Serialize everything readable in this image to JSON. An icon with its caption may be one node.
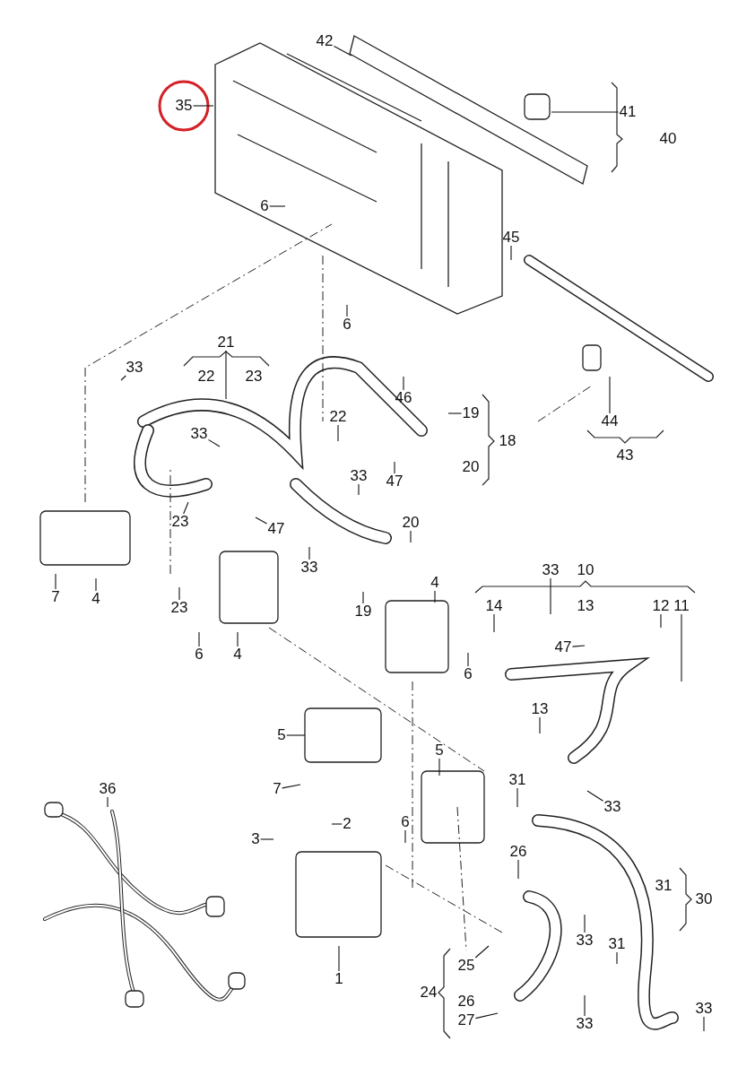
{
  "diagram": {
    "nodes": [
      {
        "text": [
          "42"
        ]
      },
      {
        "text": [
          "35"
        ]
      },
      {
        "text": [
          "41"
        ]
      },
      {
        "text": [
          "6"
        ]
      },
      {
        "text": [
          "45"
        ]
      },
      {
        "text": [
          "6"
        ]
      },
      {
        "text": [
          "21"
        ]
      },
      {
        "text": [
          "33"
        ]
      },
      {
        "text": [
          "46"
        ]
      },
      {
        "text": [
          "19"
        ]
      },
      {
        "text": [
          "22"
        ]
      },
      {
        "text": [
          "44"
        ]
      },
      {
        "text": [
          "33"
        ]
      },
      {
        "text": [
          "33"
        ]
      },
      {
        "text": [
          "47"
        ]
      },
      {
        "text": [
          "23"
        ]
      },
      {
        "text": [
          "20"
        ]
      },
      {
        "text": [
          "47"
        ]
      },
      {
        "text": [
          "33"
        ]
      },
      {
        "text": [
          "33"
        ]
      },
      {
        "text": [
          "4"
        ]
      },
      {
        "text": [
          "7"
        ]
      },
      {
        "text": [
          "4"
        ]
      },
      {
        "text": [
          "14"
        ]
      },
      {
        "text": [
          "12"
        ]
      },
      {
        "text": [
          "11"
        ]
      },
      {
        "text": [
          "23"
        ]
      },
      {
        "text": [
          "19"
        ]
      },
      {
        "text": [
          "47"
        ]
      },
      {
        "text": [
          "6"
        ]
      },
      {
        "text": [
          "4"
        ]
      },
      {
        "text": [
          "6"
        ]
      },
      {
        "text": [
          "13"
        ]
      },
      {
        "text": [
          "5"
        ]
      },
      {
        "text": [
          "5"
        ]
      },
      {
        "text": [
          "31"
        ]
      },
      {
        "text": [
          "36"
        ]
      },
      {
        "text": [
          "7"
        ]
      },
      {
        "text": [
          "33"
        ]
      },
      {
        "text": [
          "2"
        ]
      },
      {
        "text": [
          "6"
        ]
      },
      {
        "text": [
          "3"
        ]
      },
      {
        "text": [
          "26"
        ]
      },
      {
        "text": [
          "33"
        ]
      },
      {
        "text": [
          "31"
        ]
      },
      {
        "text": [
          "25"
        ]
      },
      {
        "text": [
          "1"
        ]
      },
      {
        "text": [
          "27"
        ]
      },
      {
        "text": [
          "33"
        ]
      },
      {
        "text": [
          "33"
        ]
      }
    ],
    "edges": [
      {
        "from": 0,
        "to": null,
        "arrow": "none"
      },
      {
        "from": 1,
        "to": null,
        "arrow": "none"
      },
      {
        "from": 2,
        "to": null,
        "arrow": "none"
      },
      {
        "from": 3,
        "to": null,
        "arrow": "none"
      },
      {
        "from": 4,
        "to": null,
        "arrow": "none"
      },
      {
        "from": 5,
        "to": null,
        "arrow": "none"
      },
      {
        "from": 6,
        "to": null,
        "arrow": "none"
      },
      {
        "from": 7,
        "to": null,
        "arrow": "none"
      },
      {
        "from": 8,
        "to": null,
        "arrow": "none"
      },
      {
        "from": 9,
        "to": null,
        "arrow": "none"
      },
      {
        "from": 10,
        "to": null,
        "arrow": "none"
      },
      {
        "from": 11,
        "to": null,
        "arrow": "none"
      },
      {
        "from": 12,
        "to": null,
        "arrow": "none"
      },
      {
        "from": 13,
        "to": null,
        "arrow": "none"
      },
      {
        "from": 14,
        "to": null,
        "arrow": "none"
      },
      {
        "from": 15,
        "to": null,
        "arrow": "none"
      },
      {
        "from": 16,
        "to": null,
        "arrow": "none"
      },
      {
        "from": 17,
        "to": null,
        "arrow": "none"
      },
      {
        "from": 18,
        "to": null,
        "arrow": "none"
      },
      {
        "from": 19,
        "to": null,
        "arrow": "none"
      },
      {
        "from": 20,
        "to": null,
        "arrow": "none"
      },
      {
        "from": 21,
        "to": null,
        "arrow": "none"
      },
      {
        "from": 22,
        "to": null,
        "arrow": "none"
      },
      {
        "from": 23,
        "to": null,
        "arrow": "none"
      },
      {
        "from": 24,
        "to": null,
        "arrow": "none"
      },
      {
        "from": 25,
        "to": null,
        "arrow": "none"
      },
      {
        "from": 26,
        "to": null,
        "arrow": "none"
      },
      {
        "from": 27,
        "to": null,
        "arrow": "none"
      },
      {
        "from": 28,
        "to": null,
        "arrow": "none"
      },
      {
        "from": 29,
        "to": null,
        "arrow": "none"
      },
      {
        "from": 30,
        "to": null,
        "arrow": "none"
      },
      {
        "from": 31,
        "to": null,
        "arrow": "none"
      },
      {
        "from": 32,
        "to": null,
        "arrow": "none"
      },
      {
        "from": 33,
        "to": null,
        "arrow": "none"
      },
      {
        "from": 34,
        "to": null,
        "arrow": "none"
      },
      {
        "from": 35,
        "to": null,
        "arrow": "none"
      },
      {
        "from": 36,
        "to": null,
        "arrow": "none"
      },
      {
        "from": 37,
        "to": null,
        "arrow": "none"
      },
      {
        "from": 38,
        "to": null,
        "arrow": "none"
      },
      {
        "from": 39,
        "to": null,
        "arrow": "none"
      },
      {
        "from": 40,
        "to": null,
        "arrow": "none"
      },
      {
        "from": 41,
        "to": null,
        "arrow": "none"
      },
      {
        "from": 42,
        "to": null,
        "arrow": "none"
      },
      {
        "from": 43,
        "to": null,
        "arrow": "none"
      },
      {
        "from": 44,
        "to": null,
        "arrow": "none"
      },
      {
        "from": 45,
        "to": null,
        "arrow": "none"
      },
      {
        "from": 46,
        "to": null,
        "arrow": "none"
      },
      {
        "from": 47,
        "to": null,
        "arrow": "none"
      },
      {
        "from": 48,
        "to": null,
        "arrow": "none"
      },
      {
        "from": 49,
        "to": null,
        "arrow": "none"
      }
    ],
    "labels": [
      "40",
      "22",
      "23",
      "18",
      "43",
      "20",
      "10",
      "13",
      "31",
      "30",
      "24",
      "26"
    ]
  }
}
